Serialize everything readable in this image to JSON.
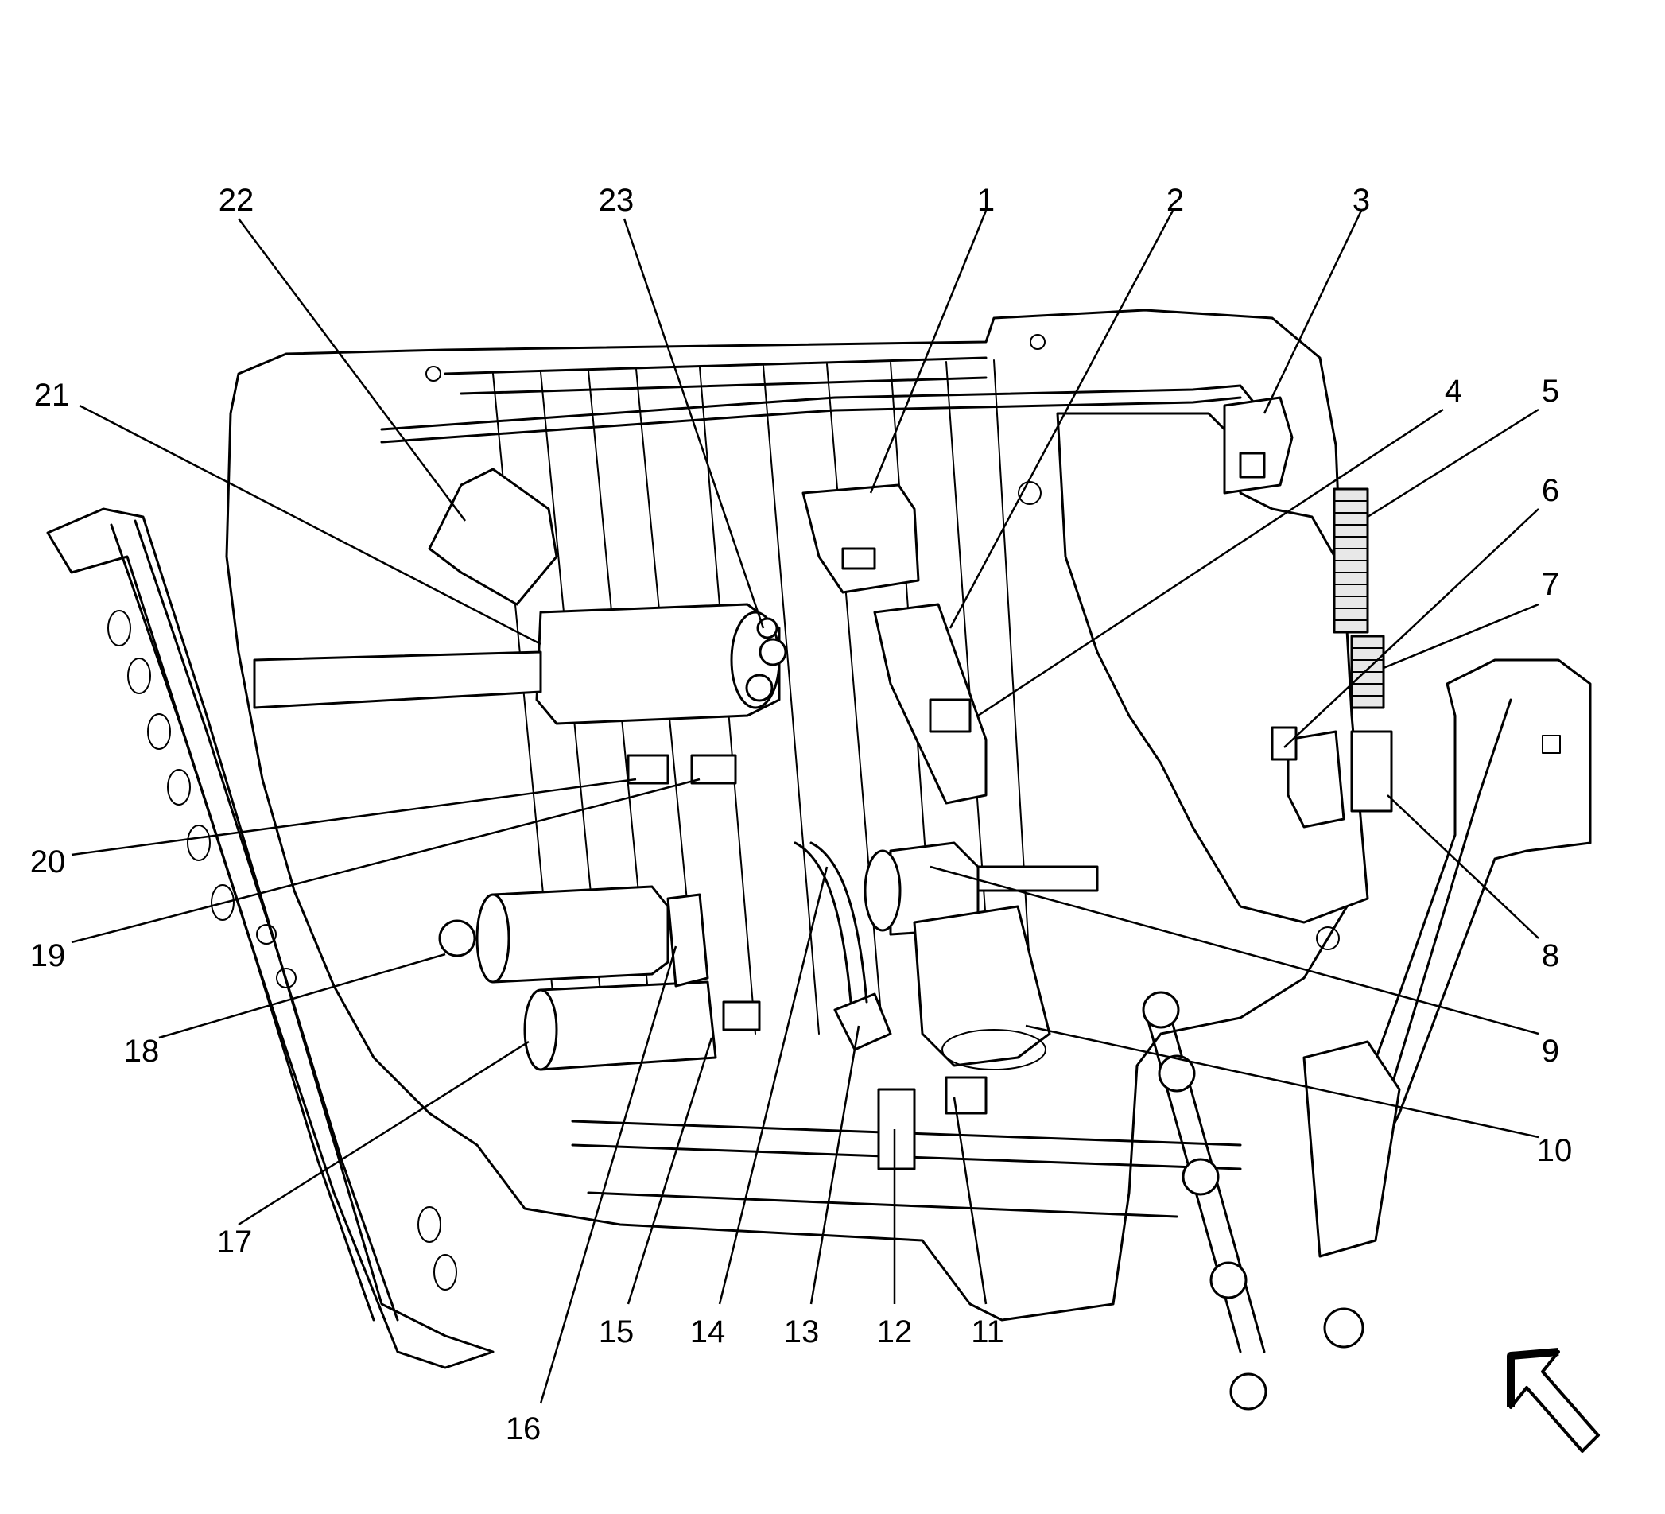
{
  "callouts": [
    {
      "id": "1",
      "text": "1"
    },
    {
      "id": "2",
      "text": "2"
    },
    {
      "id": "3",
      "text": "3"
    },
    {
      "id": "4",
      "text": "4"
    },
    {
      "id": "5",
      "text": "5"
    },
    {
      "id": "6",
      "text": "6"
    },
    {
      "id": "7",
      "text": "7"
    },
    {
      "id": "8",
      "text": "8"
    },
    {
      "id": "9",
      "text": "9"
    },
    {
      "id": "10",
      "text": "10"
    },
    {
      "id": "11",
      "text": "11"
    },
    {
      "id": "12",
      "text": "12"
    },
    {
      "id": "13",
      "text": "13"
    },
    {
      "id": "14",
      "text": "14"
    },
    {
      "id": "15",
      "text": "15"
    },
    {
      "id": "16",
      "text": "16"
    },
    {
      "id": "17",
      "text": "17"
    },
    {
      "id": "18",
      "text": "18"
    },
    {
      "id": "19",
      "text": "19"
    },
    {
      "id": "20",
      "text": "20"
    },
    {
      "id": "21",
      "text": "21"
    },
    {
      "id": "22",
      "text": "22"
    },
    {
      "id": "23",
      "text": "23"
    }
  ],
  "icons": {
    "view_direction": "view-direction-arrow-icon"
  }
}
